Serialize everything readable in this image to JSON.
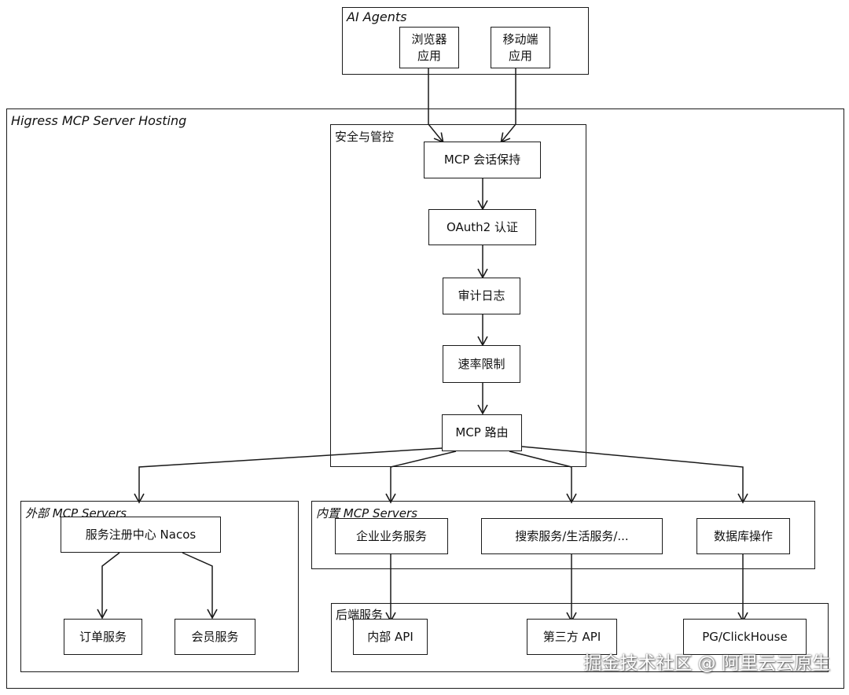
{
  "agents": {
    "title": "AI Agents",
    "browser": "浏览器\n应用",
    "mobile": "移动端\n应用"
  },
  "hosting": {
    "title": "Higress MCP Server Hosting"
  },
  "security": {
    "title": "安全与管控",
    "session": "MCP 会话保持",
    "oauth": "OAuth2 认证",
    "audit": "审计日志",
    "ratelimit": "速率限制",
    "routing": "MCP 路由"
  },
  "external": {
    "title": "外部 MCP Servers",
    "nacos": "服务注册中心 Nacos",
    "order": "订单服务",
    "member": "会员服务"
  },
  "builtin": {
    "title": "内置 MCP Servers",
    "enterprise": "企业业务服务",
    "search": "搜索服务/生活服务/...",
    "database": "数据库操作"
  },
  "backend": {
    "title": "后端服务",
    "internal_api": "内部 API",
    "third_party_api": "第三方 API",
    "pg": "PG/ClickHouse"
  },
  "watermark": "掘金技术社区 @ 阿里云云原生"
}
